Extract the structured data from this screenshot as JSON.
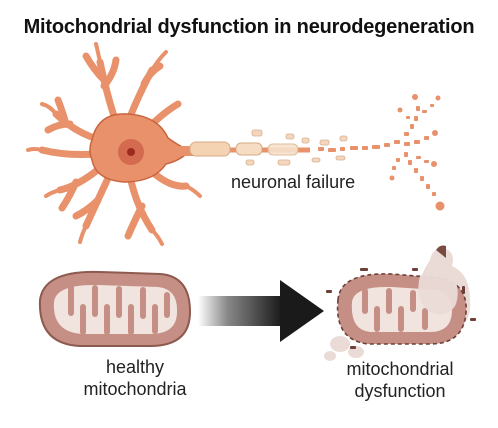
{
  "title": "Mitochondrial dysfunction in neurodegeneration",
  "labels": {
    "neuronal_failure": "neuronal failure",
    "healthy": [
      "healthy",
      "mitochondria"
    ],
    "dysfunction": [
      "mitochondrial",
      "dysfunction"
    ]
  },
  "colors": {
    "neuron": "#e8916a",
    "neuron_outline": "#c9653e",
    "nucleus": "#d46a4f",
    "nucleolus": "#9c2b1e",
    "myelin": "#f3d3b2",
    "mito_outer": "#c58f85",
    "mito_inner": "#f1e3de",
    "arrow": "#1a1a1a"
  }
}
